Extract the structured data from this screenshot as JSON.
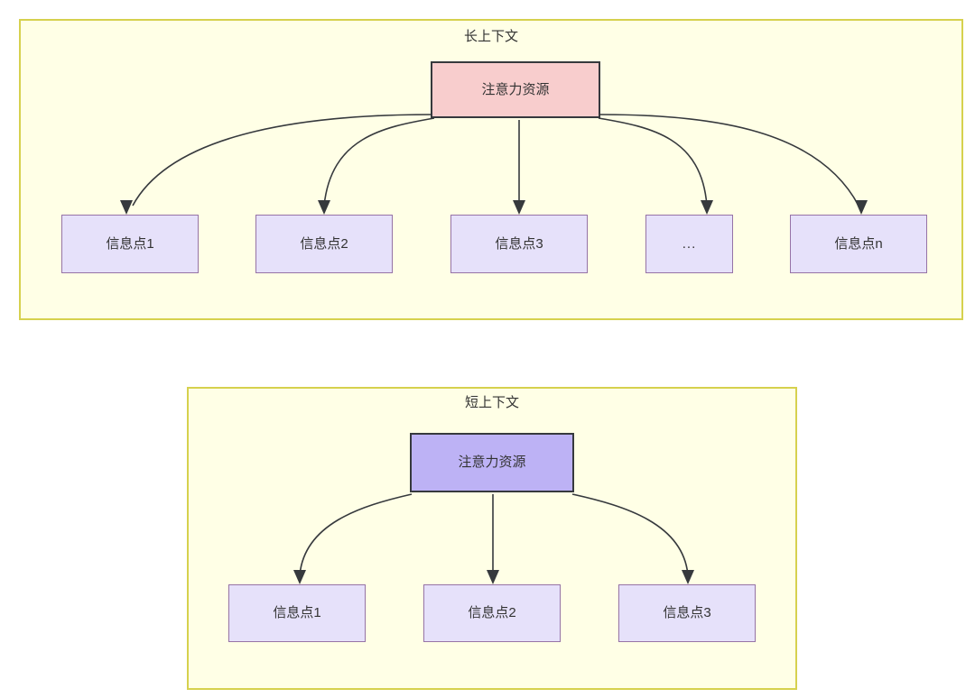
{
  "diagram": {
    "type": "attention-resource-allocation",
    "background_color": "#FFFFFF",
    "panels": [
      {
        "id": "long-context",
        "title": "长上下文",
        "fill_color": "#FFFFE6",
        "border_color": "#D6D14E",
        "root": {
          "label": "注意力资源",
          "fill_color": "#F8CDCD",
          "border_color": "#36393D"
        },
        "leaves": [
          {
            "label": "信息点1",
            "fill_color": "#E6E1FA",
            "border_color": "#9673A6"
          },
          {
            "label": "信息点2",
            "fill_color": "#E6E1FA",
            "border_color": "#9673A6"
          },
          {
            "label": "信息点3",
            "fill_color": "#E6E1FA",
            "border_color": "#9673A6"
          },
          {
            "label": "...",
            "fill_color": "#E6E1FA",
            "border_color": "#9673A6"
          },
          {
            "label": "信息点n",
            "fill_color": "#E6E1FA",
            "border_color": "#9673A6"
          }
        ]
      },
      {
        "id": "short-context",
        "title": "短上下文",
        "fill_color": "#FFFFE6",
        "border_color": "#D6D14E",
        "root": {
          "label": "注意力资源",
          "fill_color": "#BDB2F5",
          "border_color": "#36393D"
        },
        "leaves": [
          {
            "label": "信息点1",
            "fill_color": "#E6E1FA",
            "border_color": "#9673A6"
          },
          {
            "label": "信息点2",
            "fill_color": "#E6E1FA",
            "border_color": "#9673A6"
          },
          {
            "label": "信息点3",
            "fill_color": "#E6E1FA",
            "border_color": "#9673A6"
          }
        ]
      }
    ]
  }
}
